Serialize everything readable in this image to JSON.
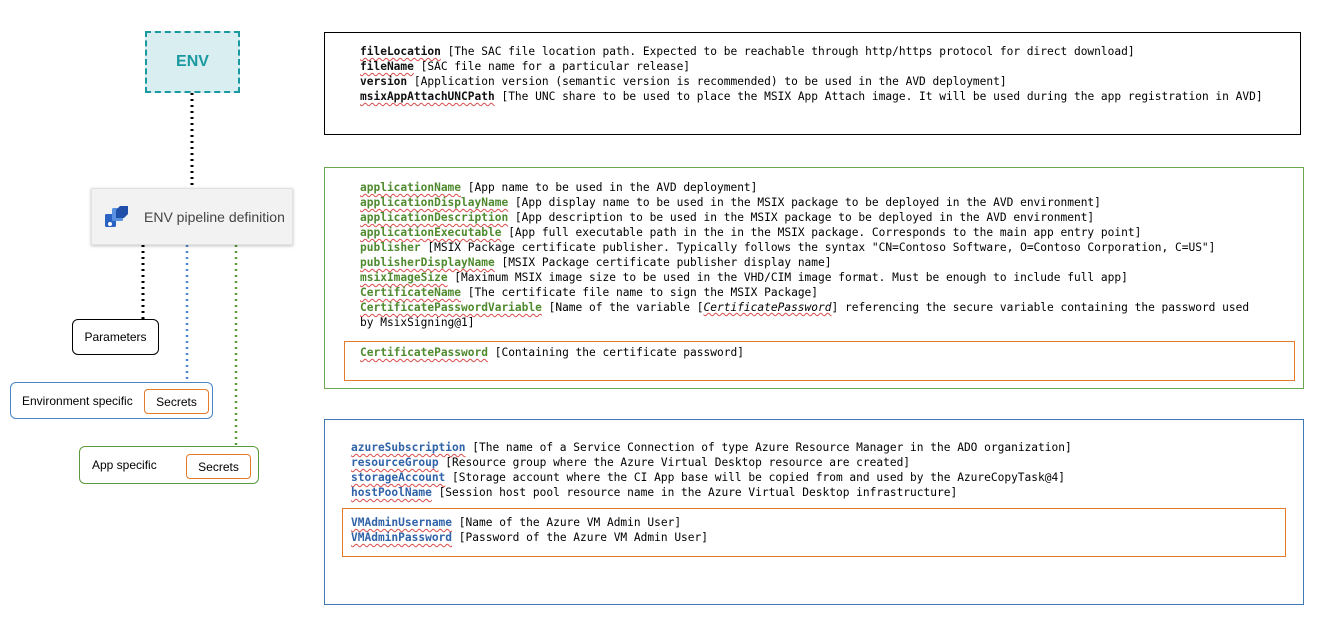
{
  "env": {
    "label": "ENV"
  },
  "pipeline": {
    "label": "ENV pipeline definition",
    "icon": "azure-pipelines-icon"
  },
  "parameters": {
    "label": "Parameters"
  },
  "environment_specific": {
    "label": "Environment specific",
    "secrets": "Secrets"
  },
  "app_specific": {
    "label": "App specific",
    "secrets": "Secrets"
  },
  "colors": {
    "env_border": "#1a9aa0",
    "env_fill": "#d8eef0",
    "green": "#6aa84f",
    "blue": "#3d78b8",
    "orange": "#e37b2b"
  },
  "panel_env": {
    "lines": [
      {
        "key": "fileLocation",
        "desc": " [The SAC file location path. Expected to be reachable through http/https protocol for direct download]"
      },
      {
        "key": "fileName",
        "desc": " [SAC file name for a particular release]"
      },
      {
        "key": "version",
        "desc": " [Application version (semantic version is recommended) to be used in the AVD deployment]"
      },
      {
        "key": "msixAppAttachUNCPath",
        "desc": " [The UNC share to be used to place the MSIX App Attach image. It will be used during the app registration in AVD]"
      }
    ]
  },
  "panel_app": {
    "lines": [
      {
        "key": "applicationName",
        "desc": " [App name to be used in the AVD deployment]"
      },
      {
        "key": "applicationDisplayName",
        "desc": " [App display name to be used in the MSIX package to be deployed in the AVD environment]"
      },
      {
        "key": "applicationDescription",
        "desc": " [App description to be used in the MSIX package to be deployed in the AVD environment]"
      },
      {
        "key": "applicationExecutable",
        "desc": " [App full executable path in the in the MSIX package. Corresponds to the main app entry point]"
      },
      {
        "key": "publisher",
        "desc": " [MSIX Package certificate publisher. Typically follows the syntax \"CN=Contoso Software, O=Contoso Corporation, C=US\"]"
      },
      {
        "key": "publisherDisplayName",
        "desc": " [MSIX Package certificate publisher display name]"
      },
      {
        "key": "msixImageSize",
        "desc": " [Maximum MSIX image size to be used in the VHD/CIM image format. Must be enough to include full app]"
      },
      {
        "key": "CertificateName",
        "desc": " [The certificate file name to sign the MSIX Package]"
      },
      {
        "key": "CertificatePasswordVariable",
        "desc_pre": " [Name of the variable [",
        "desc_italic": "CertificatePassword",
        "desc_post": "] referencing the secure variable containing the password used"
      },
      {
        "key": "",
        "desc": "by MsixSigning@1]"
      }
    ],
    "secret": {
      "key": "CertificatePassword",
      "desc": " [Containing the certificate password]"
    }
  },
  "panel_envspec": {
    "lines": [
      {
        "key": "azureSubscription",
        "desc": " [The name of a Service Connection of type Azure Resource Manager in the ADO organization]"
      },
      {
        "key": "resourceGroup",
        "desc": " [Resource group where the Azure Virtual Desktop resource are created]"
      },
      {
        "key": "storageAccount",
        "desc": " [Storage account where the CI App base will be copied from and used by the AzureCopyTask@4]"
      },
      {
        "key": "hostPoolName",
        "desc": " [Session host pool resource name in the Azure Virtual Desktop infrastructure]"
      }
    ],
    "secrets": [
      {
        "key": "VMAdminUsername",
        "desc": " [Name of the Azure VM Admin User]"
      },
      {
        "key": "VMAdminPassword",
        "desc": " [Password of the Azure VM Admin User]"
      }
    ]
  }
}
